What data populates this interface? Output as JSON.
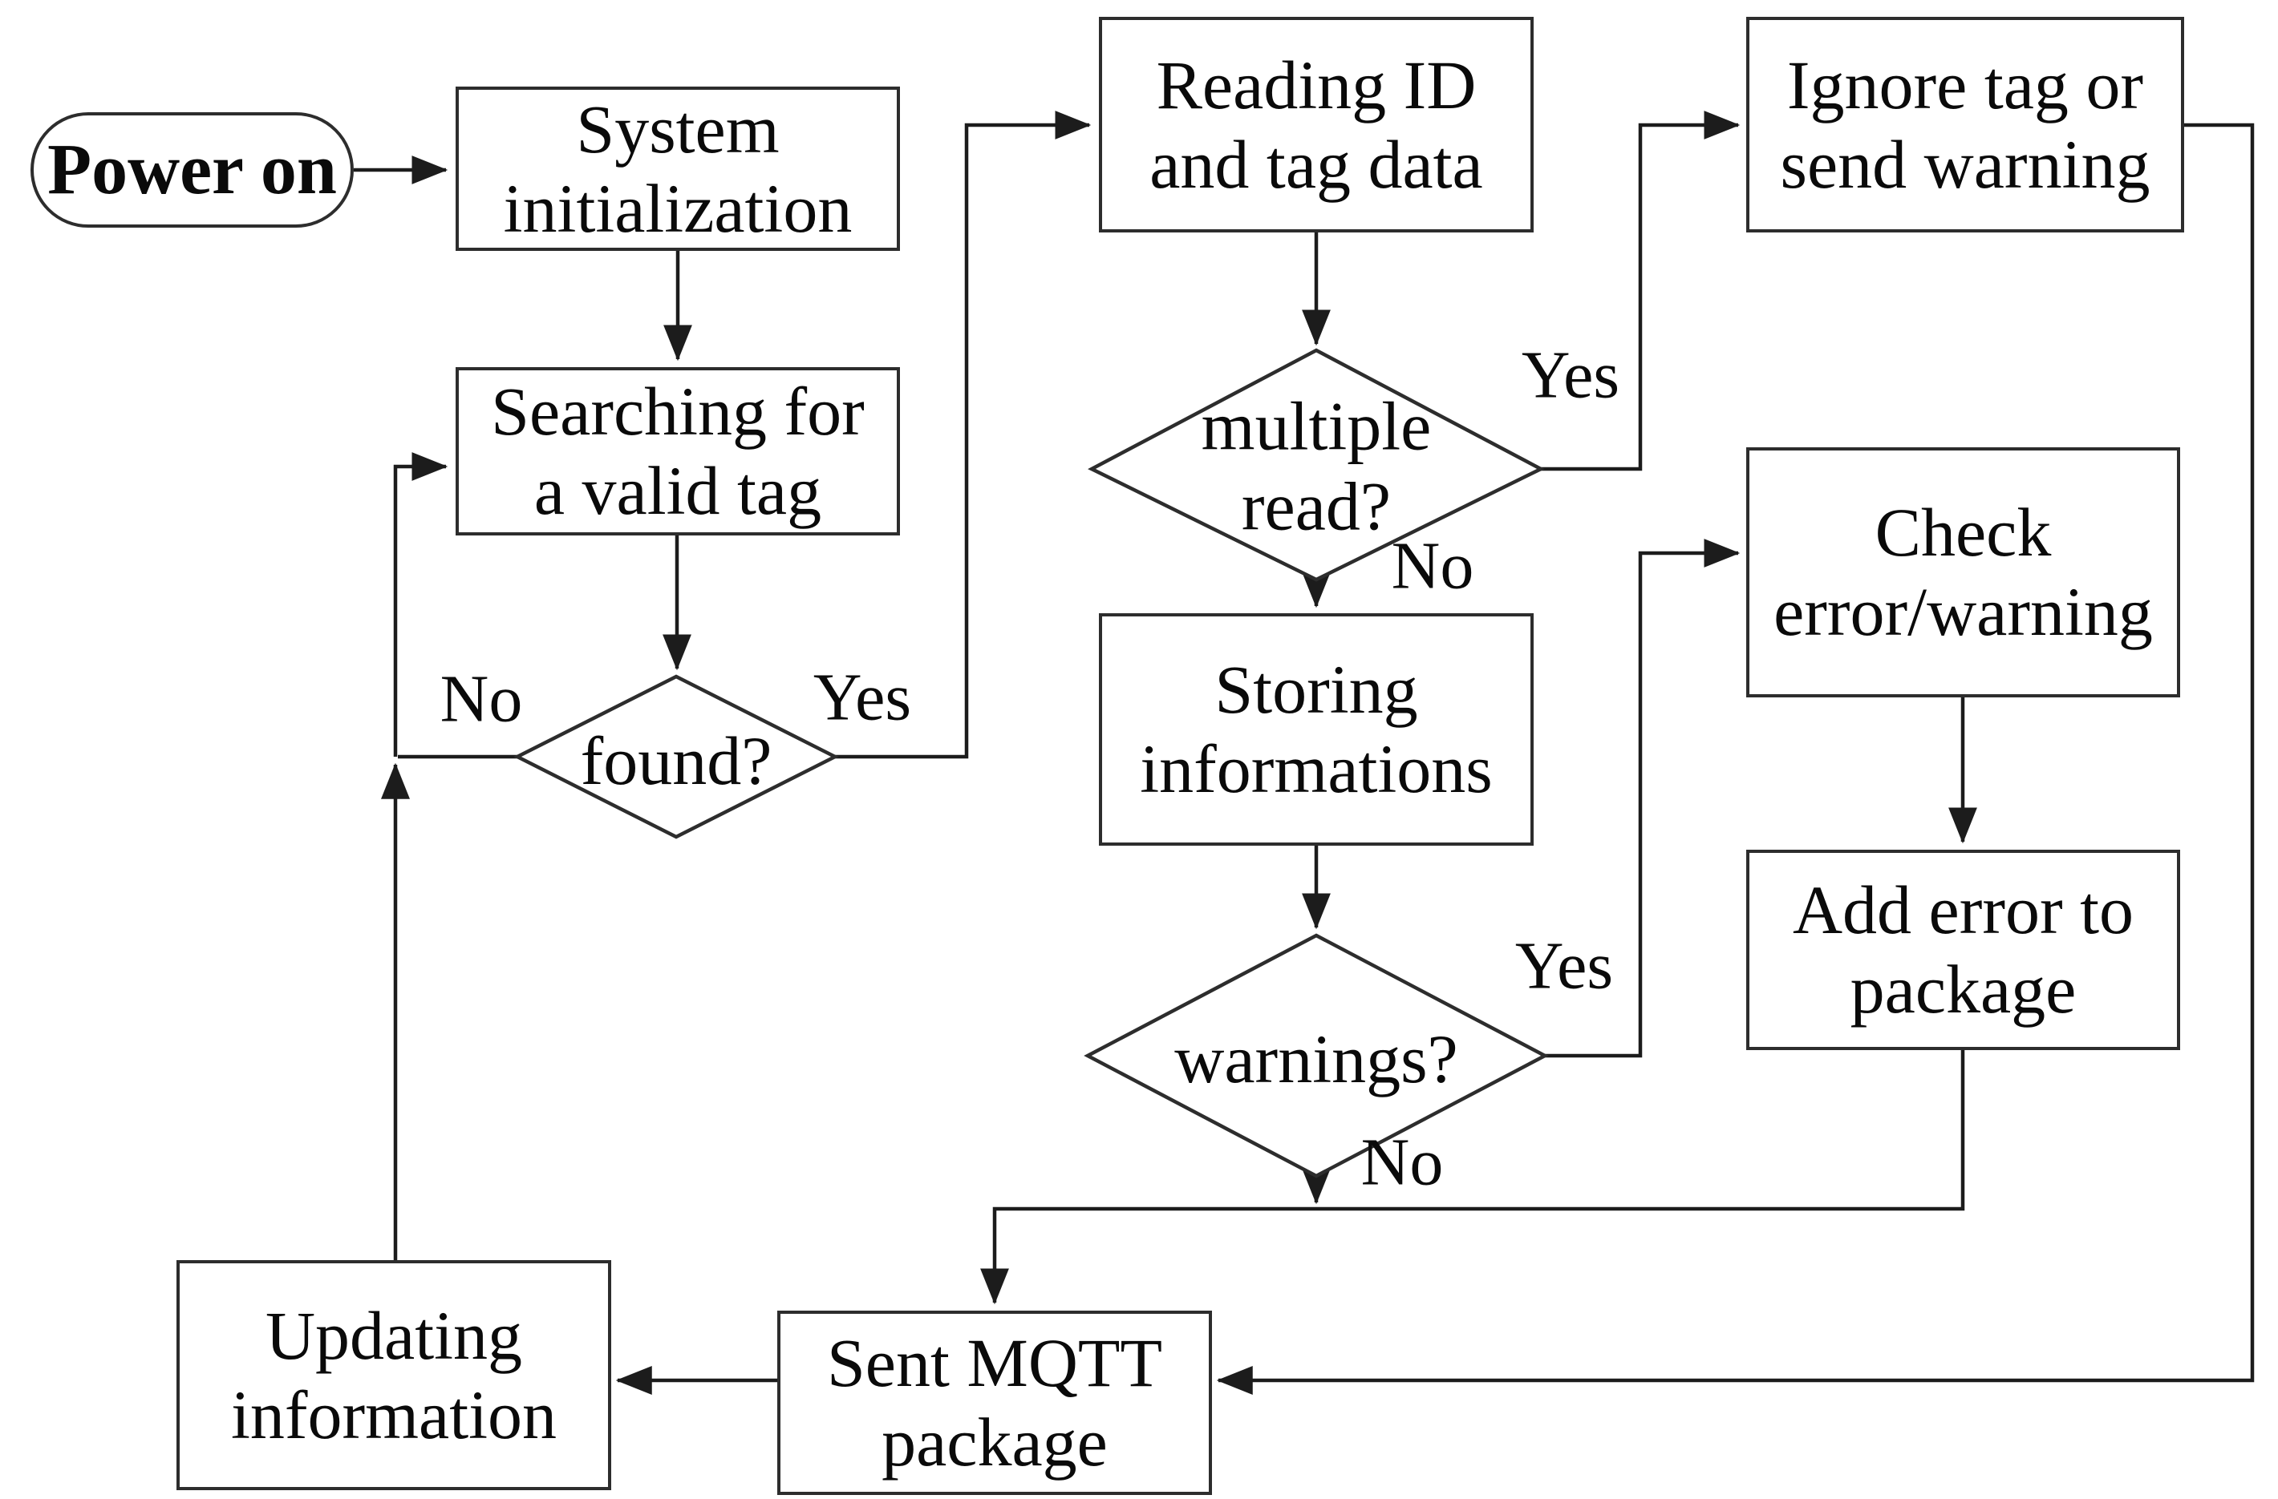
{
  "diagram": {
    "background": "#ffffff",
    "line_color": "#1c1c1c",
    "border_color": "#2d2d2d",
    "text_color": "#0a0a0a"
  },
  "nodes": {
    "power_on": {
      "label": "Power on"
    },
    "system_init": {
      "label": "System\ninitialization"
    },
    "searching": {
      "label": "Searching for\na valid tag"
    },
    "found": {
      "label": "found?"
    },
    "reading": {
      "label": "Reading ID\nand tag data"
    },
    "multiple_read": {
      "label": "multiple\nread?"
    },
    "ignore_tag": {
      "label": "Ignore tag or\nsend warning"
    },
    "storing": {
      "label": "Storing\ninformations"
    },
    "warnings": {
      "label": "warnings?"
    },
    "check_error": {
      "label": "Check\nerror/warning"
    },
    "add_error": {
      "label": "Add error to\npackage"
    },
    "sent_mqtt": {
      "label": "Sent MQTT\npackage"
    },
    "updating": {
      "label": "Updating\ninformation"
    }
  },
  "edge_labels": {
    "found_no": "No",
    "found_yes": "Yes",
    "multiple_no": "No",
    "multiple_yes": "Yes",
    "warnings_no": "No",
    "warnings_yes": "Yes"
  }
}
